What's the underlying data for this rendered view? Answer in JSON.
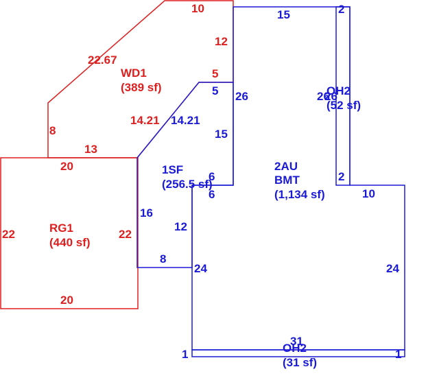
{
  "colors": {
    "red": "#dd1f1f",
    "blue": "#1a1ad6",
    "background": "#ffffff"
  },
  "areas": {
    "wd1": {
      "code": "WD1",
      "area": "(389 sf)"
    },
    "rg1": {
      "code": "RG1",
      "area": "(440 sf)"
    },
    "sf1": {
      "code": "1SF",
      "area": "(256.5 sf)"
    },
    "au2": {
      "code": "2AU",
      "sub": "BMT",
      "area": "(1,134 sf)"
    },
    "oh2_top": {
      "code": "OH2",
      "area": "(52 sf)"
    },
    "oh2_bottom": {
      "code": "OH2",
      "area": "(31 sf)"
    }
  },
  "dimensions": {
    "wd1_top": "10",
    "wd1_right": "12",
    "wd1_diag_upper": "22.67",
    "wd1_notch": "5",
    "wd1_left": "8",
    "wd1_bottom": "13",
    "wd1_diag_lower": "14.21",
    "rg1_top": "20",
    "rg1_left": "22",
    "rg1_right": "22",
    "rg1_bottom": "20",
    "sf1_notch": "5",
    "sf1_diag": "14.21",
    "sf1_right_upper": "15",
    "sf1_left": "16",
    "sf1_inner": "12",
    "sf1_bottom": "8",
    "sf1_step_top": "6",
    "sf1_step_bottom": "6",
    "au2_top": "15",
    "au2_left_tall": "26",
    "au2_right": "24",
    "au2_left": "24",
    "au2_step": "10",
    "oh2_top_w": "2",
    "oh2_top_w2": "2",
    "oh2_top_h": "26",
    "oh2_top_h2": "26",
    "oh2_bottom_w": "31",
    "oh2_bottom_left": "1",
    "oh2_bottom_right": "1"
  }
}
